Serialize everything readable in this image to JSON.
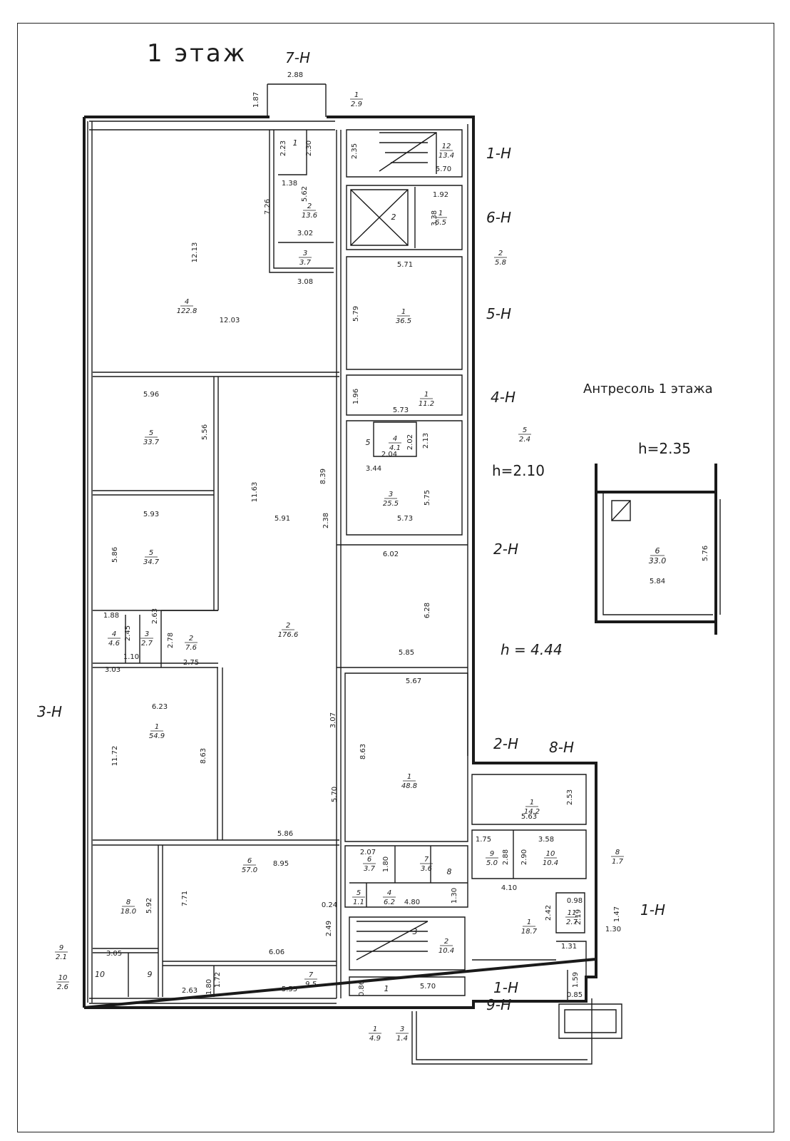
{
  "title": "1 этаж",
  "mezzanine": {
    "title": "Антресоль 1 этажа",
    "height": "h=2.35",
    "room_num": "6",
    "room_area": "33.0",
    "dim_w": "5.84",
    "dim_h": "5.76"
  },
  "heights": {
    "h_210": "h=2.10",
    "h_444": "h = 4.44"
  },
  "entrances": {
    "e7": "7-Н",
    "e1a": "1-Н",
    "e6": "6-Н",
    "e5": "5-Н",
    "e4": "4-Н",
    "e2a": "2-Н",
    "e2b": "2-Н",
    "e3": "3-Н",
    "e8": "8-Н",
    "e1b": "1-Н",
    "e1c": "1-Н",
    "e9": "9-Н"
  },
  "rooms": [
    {
      "n": "4",
      "a": "122.8"
    },
    {
      "n": "5",
      "a": "33.7"
    },
    {
      "n": "5",
      "a": "34.7"
    },
    {
      "n": "2",
      "a": "176.6"
    },
    {
      "n": "4",
      "a": "4.6"
    },
    {
      "n": "3",
      "a": "2.7"
    },
    {
      "n": "2",
      "a": "7.6"
    },
    {
      "n": "1",
      "a": "54.9"
    },
    {
      "n": "8",
      "a": "18.0"
    },
    {
      "n": "6",
      "a": "57.0"
    },
    {
      "n": "7",
      "a": "9.5"
    },
    {
      "n": "12",
      "a": "13.4"
    },
    {
      "n": "1",
      "a": "6.5"
    },
    {
      "n": "1",
      "a": "36.5"
    },
    {
      "n": "1",
      "a": "11.2"
    },
    {
      "n": "4",
      "a": "4.1"
    },
    {
      "n": "3",
      "a": "25.5"
    },
    {
      "n": "1",
      "a": "48.8"
    },
    {
      "n": "1",
      "a": "14.2"
    },
    {
      "n": "9",
      "a": "5.0"
    },
    {
      "n": "10",
      "a": "10.4"
    },
    {
      "n": "6",
      "a": "3.7"
    },
    {
      "n": "7",
      "a": "3.6"
    },
    {
      "n": "5",
      "a": "1.1"
    },
    {
      "n": "4",
      "a": "6.2"
    },
    {
      "n": "2",
      "a": "10.4"
    },
    {
      "n": "1",
      "a": "18.7"
    },
    {
      "n": "11",
      "a": "2.7"
    },
    {
      "n": "2",
      "a": "13.6"
    },
    {
      "n": "3",
      "a": "3.7"
    },
    {
      "n": "1",
      "a": "2.9"
    },
    {
      "n": "2",
      "a": "5.8"
    },
    {
      "n": "5",
      "a": "2.4"
    },
    {
      "n": "8",
      "a": "1.7"
    },
    {
      "n": "9",
      "a": "2.1"
    },
    {
      "n": "10",
      "a": "2.6"
    },
    {
      "n": "1",
      "a": "4.9"
    },
    {
      "n": "3",
      "a": "1.4"
    }
  ],
  "labels": [
    "1",
    "2",
    "5",
    "10",
    "9",
    "8",
    "1",
    "3"
  ],
  "dims": [
    "2.88",
    "1.87",
    "2.23",
    "2.30",
    "1.38",
    "7.26",
    "5.62",
    "3.02",
    "3.08",
    "12.13",
    "12.03",
    "5.96",
    "5.56",
    "5.93",
    "5.86",
    "11.63",
    "5.91",
    "1.88",
    "2.45",
    "2.63",
    "1.10",
    "2.78",
    "2.75",
    "3.03",
    "6.23",
    "11.72",
    "8.63",
    "5.86",
    "8.95",
    "0.24",
    "7.71",
    "5.92",
    "3.05",
    "2.49",
    "6.06",
    "1.72",
    "5.55",
    "2.63",
    "1.80",
    "2.35",
    "5.70",
    "1.92",
    "3.38",
    "5.71",
    "5.79",
    "1.96",
    "5.73",
    "2.13",
    "2.02",
    "2.04",
    "3.44",
    "8.39",
    "5.73",
    "5.75",
    "2.38",
    "6.02",
    "6.28",
    "5.85",
    "3.07",
    "5.67",
    "8.63",
    "5.70",
    "2.53",
    "5.63",
    "1.75",
    "2.88",
    "3.58",
    "2.90",
    "2.07",
    "1.80",
    "4.10",
    "1.30",
    "4.80",
    "0.98",
    "2.42",
    "2.19",
    "1.31",
    "1.30",
    "1.47",
    "1.59",
    "0.85",
    "0.86",
    "5.70"
  ]
}
